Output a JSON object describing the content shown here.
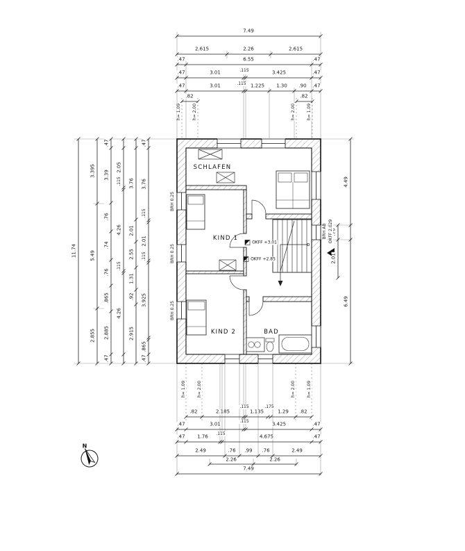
{
  "rooms": {
    "schlafen": "SCHLAFEN",
    "kind1": "KIND 1",
    "kind2": "KIND 2",
    "bad": "BAD"
  },
  "levels": {
    "l1": "OKFF +3.01",
    "l2": "OKFF +2.85"
  },
  "annotations": {
    "brh1": "BRH 0.25",
    "brh2": "BRH 0.25",
    "brh3": "BRH 0.25",
    "brh_ab": "BRH AB",
    "okff_ab": "OKFF 2.029"
  },
  "compass": {
    "label": "N"
  },
  "heights": {
    "tl": [
      "h= 1.09",
      "h= 2.00"
    ],
    "tr": [
      "h= 2.00",
      "h= 1.09"
    ],
    "bl": [
      "h= 1.09",
      "h= 2.00"
    ],
    "br": [
      "h= 2.00",
      "h= 1.09"
    ]
  },
  "dims": {
    "top": {
      "r1": [
        "7.49"
      ],
      "r2": [
        "2.615",
        "2.26",
        "2.615"
      ],
      "r3": [
        ".47",
        "6.55",
        ".47"
      ],
      "r4": [
        ".47",
        "3.01",
        ".115",
        "3.425",
        ".47"
      ],
      "r5": [
        ".47",
        "3.01",
        ".115",
        "1.225",
        "1.30",
        ".90",
        ".47"
      ],
      "r6": [
        ".82",
        ".82"
      ]
    },
    "bottom": {
      "r1": [
        ".82",
        "2.185",
        ".115",
        "1.135",
        ".175",
        "1.29",
        ".82"
      ],
      "r2": [
        ".47",
        "3.01",
        ".115",
        "3.425",
        ".47"
      ],
      "r3": [
        ".47",
        "1.76",
        ".115",
        "4.675",
        ".47"
      ],
      "r4": [
        "2.49",
        ".76",
        ".99",
        ".76",
        "2.49"
      ],
      "r5": [
        "2.26",
        "2.26"
      ],
      "r6": [
        "7.49"
      ]
    },
    "left": {
      "c1": [
        "11.74"
      ],
      "c2": [
        "3.395",
        "5.49",
        "2.855"
      ],
      "c3": [
        ".47",
        "3.39",
        ".76",
        ".74",
        ".76",
        ".865",
        "2.885",
        ".47"
      ],
      "c4": [
        "2.05",
        ".115",
        "4.26",
        ".115",
        "4.26"
      ],
      "c5": [
        "3.76",
        "2.01",
        "2.55",
        "1.31",
        ".92",
        "2.915"
      ],
      "c6": [
        ".47",
        "3.76",
        ".115",
        "2.01",
        ".115",
        "3.925",
        ".865",
        ".47"
      ]
    },
    "right": {
      "c1": [
        ".76",
        "2.01"
      ],
      "c2": [
        "4.49",
        "6.49"
      ]
    }
  }
}
